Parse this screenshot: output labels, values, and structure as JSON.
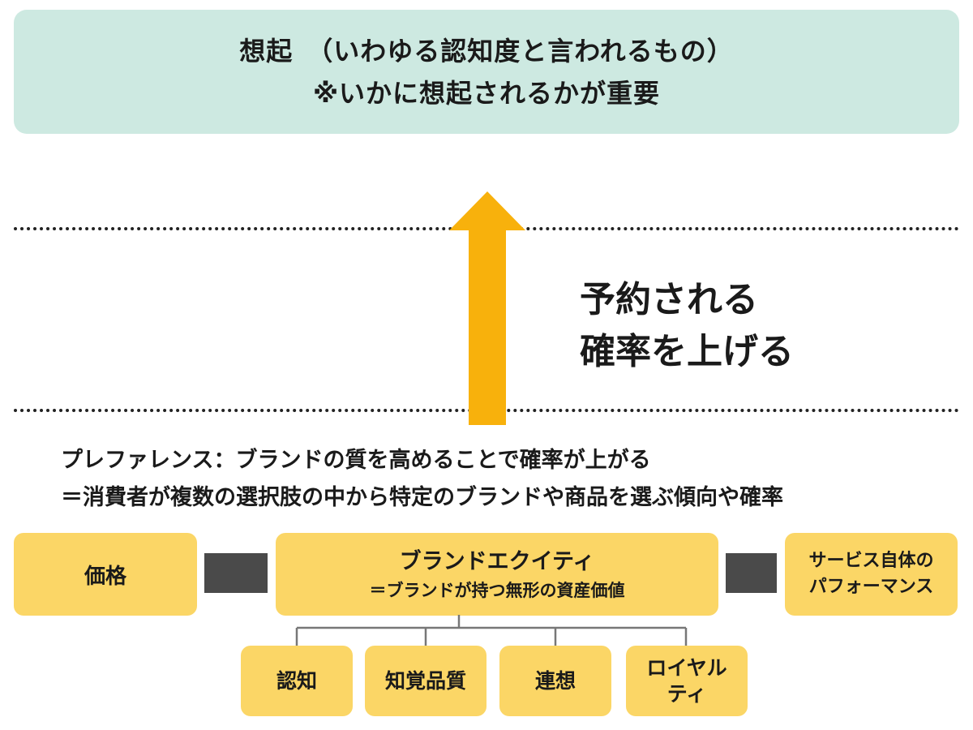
{
  "recall": {
    "line1": "想起　（いわゆる認知度と言われるもの）",
    "line2": "※いかに想起されるかが重要"
  },
  "arrow_label": {
    "line1": "予約される",
    "line2": "確率を上げる"
  },
  "preference": {
    "line1": "プレファレンス：ブランドの質を高めることで確率が上がる",
    "line2": "＝消費者が複数の選択肢の中から特定のブランドや商品を選ぶ傾向や確率"
  },
  "price_box": "価格",
  "equity_box": {
    "title": "ブランドエクイティ",
    "subtitle": "＝ブランドが持つ無形の資産価値"
  },
  "service_box": {
    "line1": "サービス自体の",
    "line2": "パフォーマンス"
  },
  "equity_components": [
    {
      "line1": "認知",
      "line2": ""
    },
    {
      "line1": "知覚品質",
      "line2": ""
    },
    {
      "line1": "連想",
      "line2": ""
    },
    {
      "line1": "ロイヤル",
      "line2": "ティ"
    }
  ],
  "colors": {
    "recall_bg": "#cde9e1",
    "arrow": "#f8b10c",
    "box_yellow": "#fbd666",
    "connector": "#4a4a4a"
  }
}
